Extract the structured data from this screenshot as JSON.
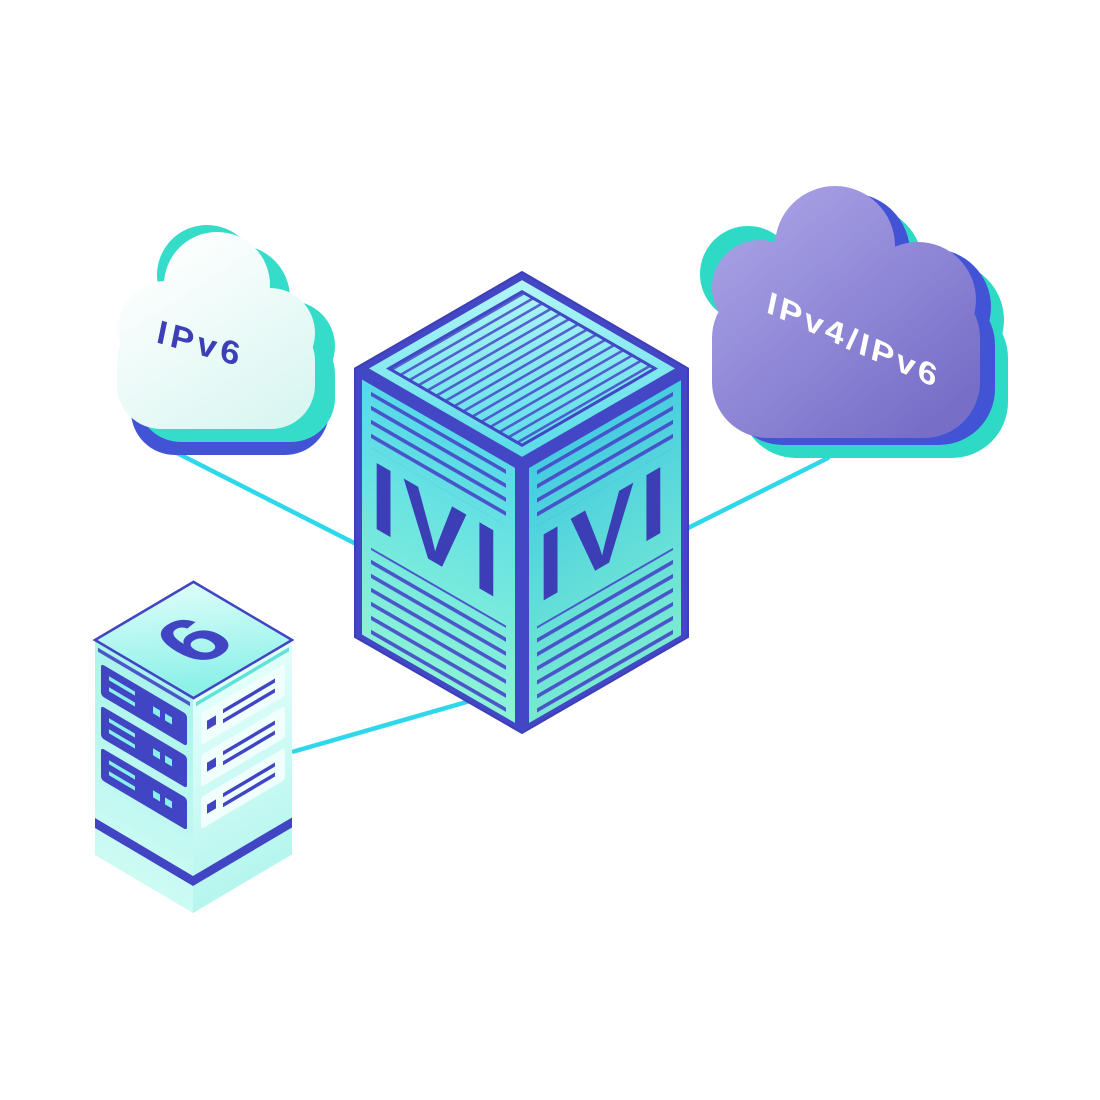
{
  "diagram": {
    "left_cloud": {
      "label": "IPv6"
    },
    "right_cloud": {
      "label": "IPv4/IPv6"
    },
    "translator": {
      "left_face_label": "IVI",
      "right_face_label": "IVI"
    },
    "server": {
      "label": "6"
    },
    "connections": [
      {
        "from": "left-cloud",
        "to": "translator-box"
      },
      {
        "from": "right-cloud",
        "to": "translator-box"
      },
      {
        "from": "server",
        "to": "translator-box"
      }
    ],
    "colors": {
      "background": "#ffffff",
      "edge_indigo": "#4347c6",
      "label_indigo": "#3b3eb5",
      "face_cyan": "#54d8e9",
      "face_mint": "#8bf3d6",
      "connector_cyan": "#2ed7e9",
      "cloud_teal": "#2ed9c5",
      "cloud_blue": "#4353d6",
      "cloud_purple": "#8a83d3"
    }
  }
}
